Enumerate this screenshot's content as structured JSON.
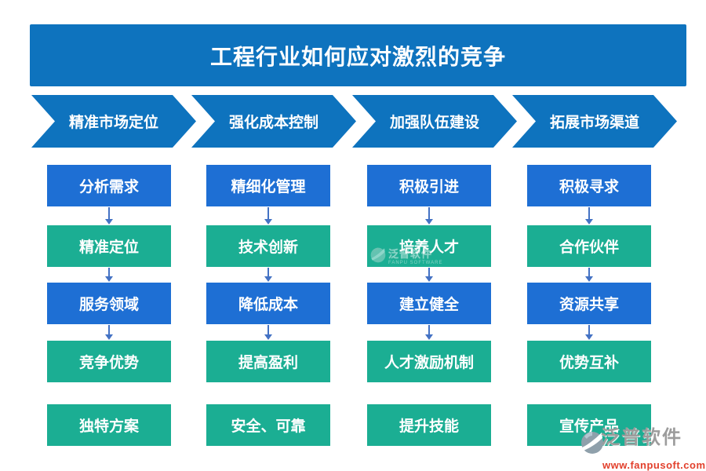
{
  "title": "工程行业如何应对激烈的竞争",
  "colors": {
    "header_blue": "#0E73BE",
    "step_blue": "#1E6FD4",
    "step_teal": "#1BAE93",
    "arrow_blue": "#4472C4",
    "watermark_gray": "#9C9C9C",
    "watermark_red": "#E2402C"
  },
  "columns": [
    {
      "header": "精准市场定位",
      "steps": [
        {
          "label": "分析需求",
          "color": "blue",
          "arrow_after": true
        },
        {
          "label": "精准定位",
          "color": "teal",
          "arrow_after": true
        },
        {
          "label": "服务领域",
          "color": "blue",
          "arrow_after": true
        },
        {
          "label": "竞争优势",
          "color": "teal",
          "arrow_after": false
        },
        {
          "label": "独特方案",
          "color": "teal",
          "arrow_after": false
        }
      ]
    },
    {
      "header": "强化成本控制",
      "steps": [
        {
          "label": "精细化管理",
          "color": "blue",
          "arrow_after": true
        },
        {
          "label": "技术创新",
          "color": "teal",
          "arrow_after": true
        },
        {
          "label": "降低成本",
          "color": "blue",
          "arrow_after": true
        },
        {
          "label": "提高盈利",
          "color": "teal",
          "arrow_after": false
        },
        {
          "label": "安全、可靠",
          "color": "teal",
          "arrow_after": false
        }
      ]
    },
    {
      "header": "加强队伍建设",
      "steps": [
        {
          "label": "积极引进",
          "color": "blue",
          "arrow_after": true
        },
        {
          "label": "培养人才",
          "color": "teal",
          "arrow_after": true
        },
        {
          "label": "建立健全",
          "color": "blue",
          "arrow_after": true
        },
        {
          "label": "人才激励机制",
          "color": "teal",
          "arrow_after": false
        },
        {
          "label": "提升技能",
          "color": "teal",
          "arrow_after": false
        }
      ]
    },
    {
      "header": "拓展市场渠道",
      "steps": [
        {
          "label": "积极寻求",
          "color": "blue",
          "arrow_after": true
        },
        {
          "label": "合作伙伴",
          "color": "teal",
          "arrow_after": true
        },
        {
          "label": "资源共享",
          "color": "blue",
          "arrow_after": true
        },
        {
          "label": "优势互补",
          "color": "teal",
          "arrow_after": false
        },
        {
          "label": "宣传产品",
          "color": "teal",
          "arrow_after": false
        }
      ]
    }
  ],
  "watermark_center": {
    "brand": "泛普软件",
    "subtitle": "FANPU SOFTWARE"
  },
  "watermark_corner": {
    "brand": "泛普软件",
    "url": "www.fanpusoft.com"
  }
}
